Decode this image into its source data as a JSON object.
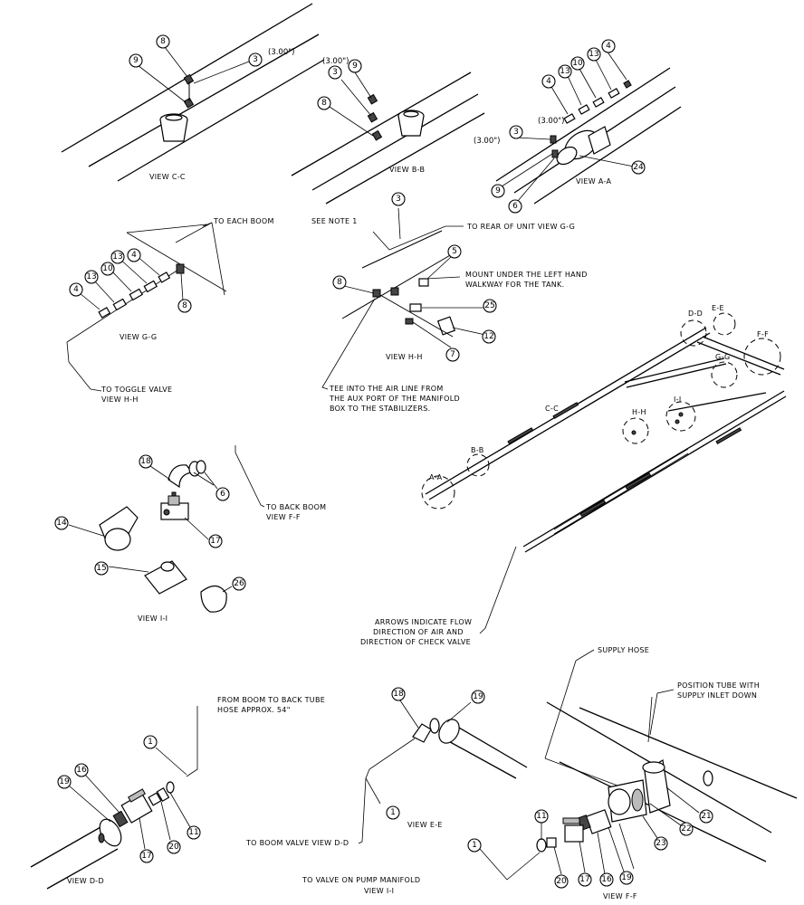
{
  "views": {
    "c_c": "VIEW C-C",
    "b_b": "VIEW B-B",
    "a_a": "VIEW A-A",
    "g_g": "VIEW G-G",
    "h_h": "VIEW H-H",
    "i_i": "VIEW I-I",
    "d_d": "VIEW D-D",
    "e_e": "VIEW E-E",
    "f_f": "VIEW F-F"
  },
  "dimensions": {
    "d1": "(3.00\")",
    "d2": "(3.00\")",
    "d3": "(3.00\")",
    "d4": "(3.00\")"
  },
  "notes": {
    "to_each_boom": "TO EACH BOOM",
    "see_note": "SEE NOTE 1",
    "to_rear": "TO REAR OF UNIT VIEW G-G",
    "mount_1": "MOUNT UNDER THE LEFT HAND",
    "mount_2": "WALKWAY FOR THE TANK.",
    "toggle_1": "TO TOGGLE VALVE",
    "toggle_2": "VIEW H-H",
    "tee_1": "TEE INTO THE AIR LINE FROM",
    "tee_2": "THE AUX PORT OF THE MANIFOLD",
    "tee_3": "BOX TO THE STABILIZERS.",
    "back_boom_1": "TO BACK BOOM",
    "back_boom_2": "VIEW F-F",
    "arrows_1": "ARROWS INDICATE FLOW",
    "arrows_2": "DIRECTION OF AIR AND",
    "arrows_3": "DIRECTION OF CHECK VALVE",
    "from_boom_1": "FROM BOOM TO BACK TUBE",
    "from_boom_2": "HOSE APPROX. 54\"",
    "supply_hose": "SUPPLY HOSE",
    "position_1": "POSITION TUBE WITH",
    "position_2": "SUPPLY INLET DOWN",
    "boom_valve": "TO BOOM VALVE VIEW D-D",
    "pump_1": "TO VALVE ON PUMP MANIFOLD",
    "pump_2": "VIEW I-I"
  },
  "overview_labels": {
    "dd": "D-D",
    "ee": "E-E",
    "ff": "F-F",
    "gg": "G-G",
    "cc": "C-C",
    "hh": "H-H",
    "ii": "I-I",
    "bb": "B-B",
    "aa": "A-A"
  },
  "callouts": {
    "cc_8": "8",
    "cc_9": "9",
    "cc_3": "3",
    "bb_3": "3",
    "bb_9": "9",
    "bb_8": "8",
    "aa_4a": "4",
    "aa_13a": "13",
    "aa_10": "10",
    "aa_13b": "13",
    "aa_4b": "4",
    "aa_3": "3",
    "aa_9": "9",
    "aa_6": "6",
    "aa_24": "24",
    "gg_13": "13",
    "gg_10": "10",
    "gg_4a": "4",
    "gg_13b": "13",
    "gg_4b": "4",
    "gg_8": "8",
    "hh_3": "3",
    "hh_5": "5",
    "hh_8": "8",
    "hh_25": "25",
    "hh_12": "12",
    "hh_7": "7",
    "ii_18": "18",
    "ii_6": "6",
    "ii_14": "14",
    "ii_17": "17",
    "ii_15": "15",
    "ii_26": "26",
    "dd_1": "1",
    "dd_19": "19",
    "dd_16": "16",
    "dd_11": "11",
    "dd_20": "20",
    "dd_17": "17",
    "ee_18": "18",
    "ee_19": "19",
    "ee_1": "1",
    "ff_21": "21",
    "ff_22": "22",
    "ff_23": "23",
    "ff_11": "11",
    "ff_1": "1",
    "ff_20": "20",
    "ff_17": "17",
    "ff_16": "16",
    "ff_19": "19"
  }
}
